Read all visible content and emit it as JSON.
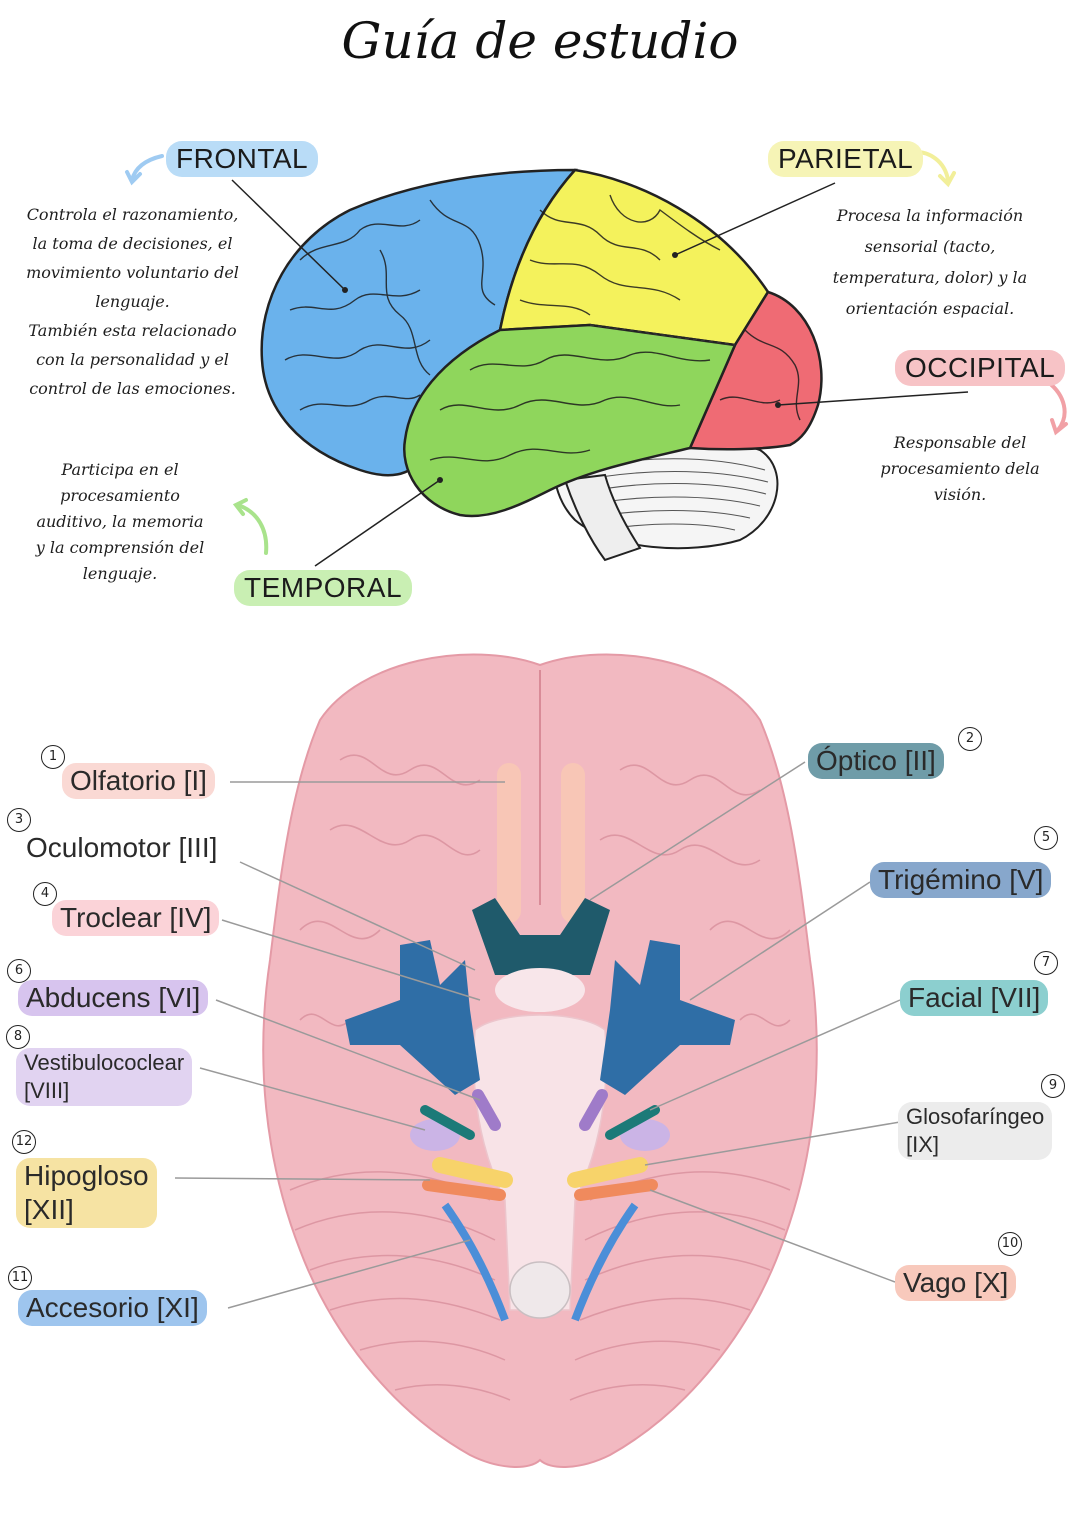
{
  "title": "Guía de estudio",
  "colors": {
    "frontal": "#6ab2ec",
    "parietal": "#f4f25c",
    "occipital": "#ef6b74",
    "temporal": "#8fd65c",
    "brain_base": "#f2b9c1"
  },
  "lobes": {
    "frontal": {
      "label": "FRONTAL",
      "lines": [
        "Controla el razonamiento,",
        "la toma de decisiones, el",
        "movimiento voluntario del",
        "lenguaje.",
        "También esta relacionado",
        "con la personalidad y el",
        "control de las emociones."
      ]
    },
    "parietal": {
      "label": "PARIETAL",
      "lines": [
        "Procesa la información",
        "sensorial (tacto,",
        "temperatura, dolor) y la",
        "orientación espacial."
      ]
    },
    "occipital": {
      "label": "OCCIPITAL",
      "lines": [
        "Responsable del",
        "procesamiento dela",
        "visión."
      ]
    },
    "temporal": {
      "label": "TEMPORAL",
      "lines": [
        "Participa en el",
        "procesamiento",
        "auditivo, la memoria",
        "y la comprensión del",
        "lenguaje."
      ]
    }
  },
  "nerves": [
    {
      "num": "1",
      "label": "Olfatorio [I]",
      "color": "#fad9d4"
    },
    {
      "num": "2",
      "label": "Óptico [II]",
      "color": "#6f9ca8"
    },
    {
      "num": "3",
      "label": "Oculomotor [III]",
      "color": "#ffffff"
    },
    {
      "num": "4",
      "label": "Troclear [IV]",
      "color": "#fbd3d8"
    },
    {
      "num": "5",
      "label": "Trigémino [V]",
      "color": "#87a7cc"
    },
    {
      "num": "6",
      "label": "Abducens [VI]",
      "color": "#d7c4ee"
    },
    {
      "num": "7",
      "label": "Facial [VII]",
      "color": "#8ccfcf"
    },
    {
      "num": "8",
      "label_l1": "Vestibulococlear",
      "label_l2": "[VIII]",
      "color": "#e1d3f1"
    },
    {
      "num": "9",
      "label_l1": "Glosofaríngeo",
      "label_l2": "[IX]",
      "color": "#ececec"
    },
    {
      "num": "10",
      "label": "Vago [X]",
      "color": "#f8c9bc"
    },
    {
      "num": "11",
      "label": "Accesorio [XI]",
      "color": "#9ec5ee"
    },
    {
      "num": "12",
      "label_l1": "Hipogloso",
      "label_l2": "[XII]",
      "color": "#f6e3a3"
    }
  ]
}
